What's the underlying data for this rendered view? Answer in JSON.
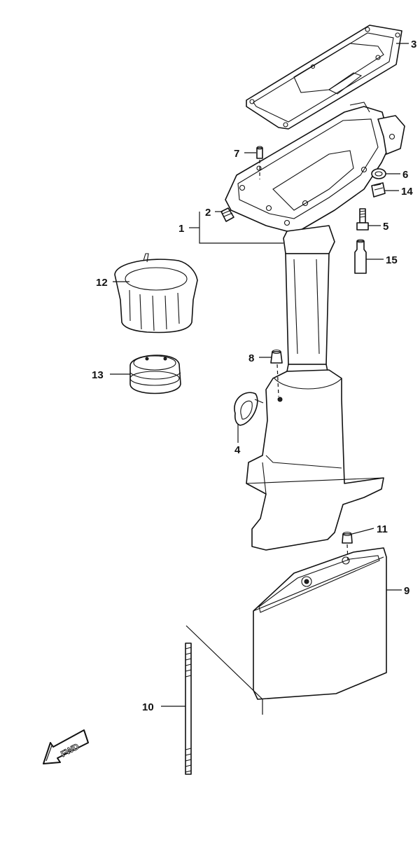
{
  "diagram": {
    "direction_marker": {
      "label": "FWD",
      "icon": "forward-arrow-icon"
    },
    "callouts": {
      "p1": "1",
      "p2": "2",
      "p3": "3",
      "p4": "4",
      "p5": "5",
      "p6": "6",
      "p7": "7",
      "p8": "8",
      "p9": "9",
      "p10": "10",
      "p11": "11",
      "p12": "12",
      "p13": "13",
      "p14": "14",
      "p15": "15"
    }
  }
}
